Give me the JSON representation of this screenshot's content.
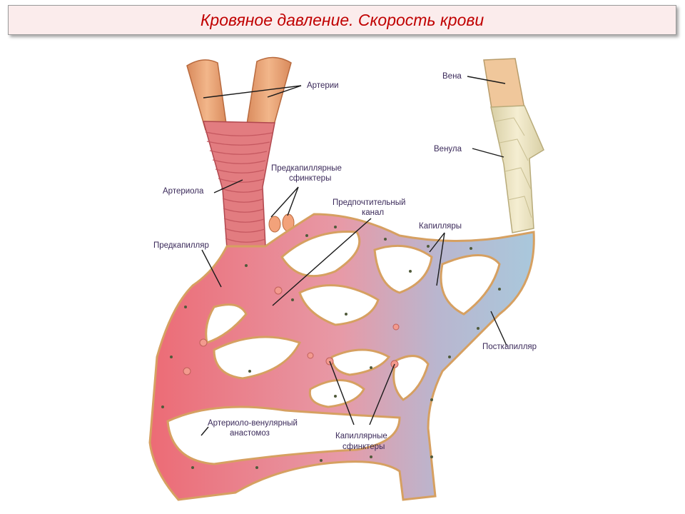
{
  "title": "Кровяное давление. Скорость крови",
  "labels": {
    "arteries": "Артерии",
    "vein": "Вена",
    "venule": "Венула",
    "precap_sphincters_1": "Предкапиллярные",
    "precap_sphincters_2": "сфинктеры",
    "arteriole": "Артериола",
    "preferred_channel_1": "Предпочтительный",
    "preferred_channel_2": "канал",
    "capillaries": "Капилляры",
    "precapillary": "Предкапилляр",
    "postcapillary": "Посткапилляр",
    "av_anastomosis_1": "Артериоло-венулярный",
    "av_anastomosis_2": "анастомоз",
    "cap_sphincters_1": "Капиллярные",
    "cap_sphincters_2": "сфинктеры"
  },
  "colors": {
    "title_text": "#c00000",
    "title_bg": "#fbecec",
    "artery_outer": "#e8a070",
    "arteriole": "#e27c80",
    "arterial_blood": "#ec6b75",
    "venous_blood": "#a9c8dc",
    "vein": "#efe6c4",
    "vessel_wall": "#e9c27a",
    "label_text": "#3b2a5a"
  }
}
